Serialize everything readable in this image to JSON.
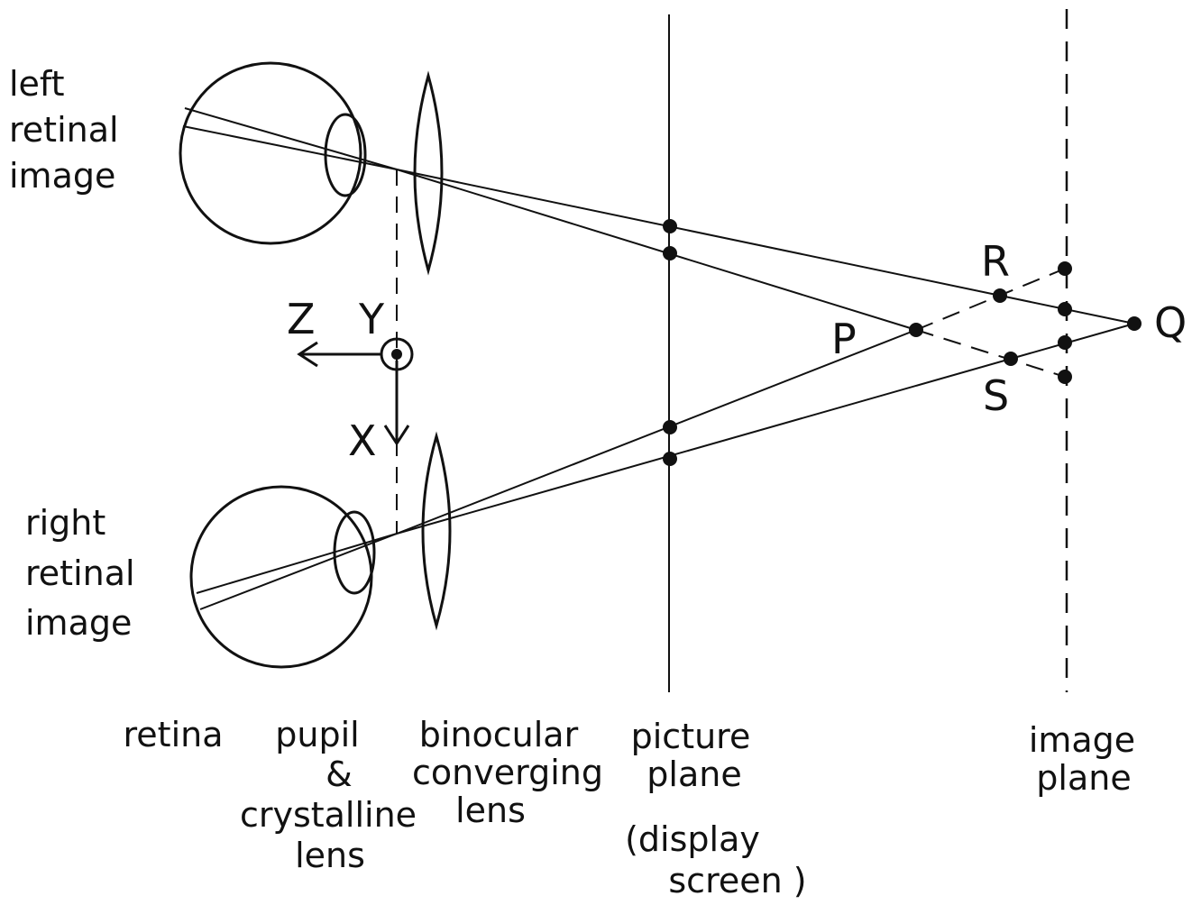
{
  "labels": {
    "left_retinal": [
      "left",
      "retinal",
      "image"
    ],
    "right_retinal": [
      "right",
      "retinal",
      "image"
    ],
    "axes": {
      "z": "Z",
      "y": "Y",
      "x": "X"
    },
    "points": {
      "p": "P",
      "q": "Q",
      "r": "R",
      "s": "S"
    },
    "bottom": {
      "retina": [
        "retina"
      ],
      "pupil": [
        "pupil",
        "&",
        "crystalline",
        "lens"
      ],
      "binocular": [
        "binocular",
        "converging",
        "lens"
      ],
      "picture_plane": [
        "picture",
        "plane"
      ],
      "display_screen": [
        "(display",
        "screen )"
      ],
      "image_plane": [
        "image",
        "plane"
      ]
    }
  }
}
